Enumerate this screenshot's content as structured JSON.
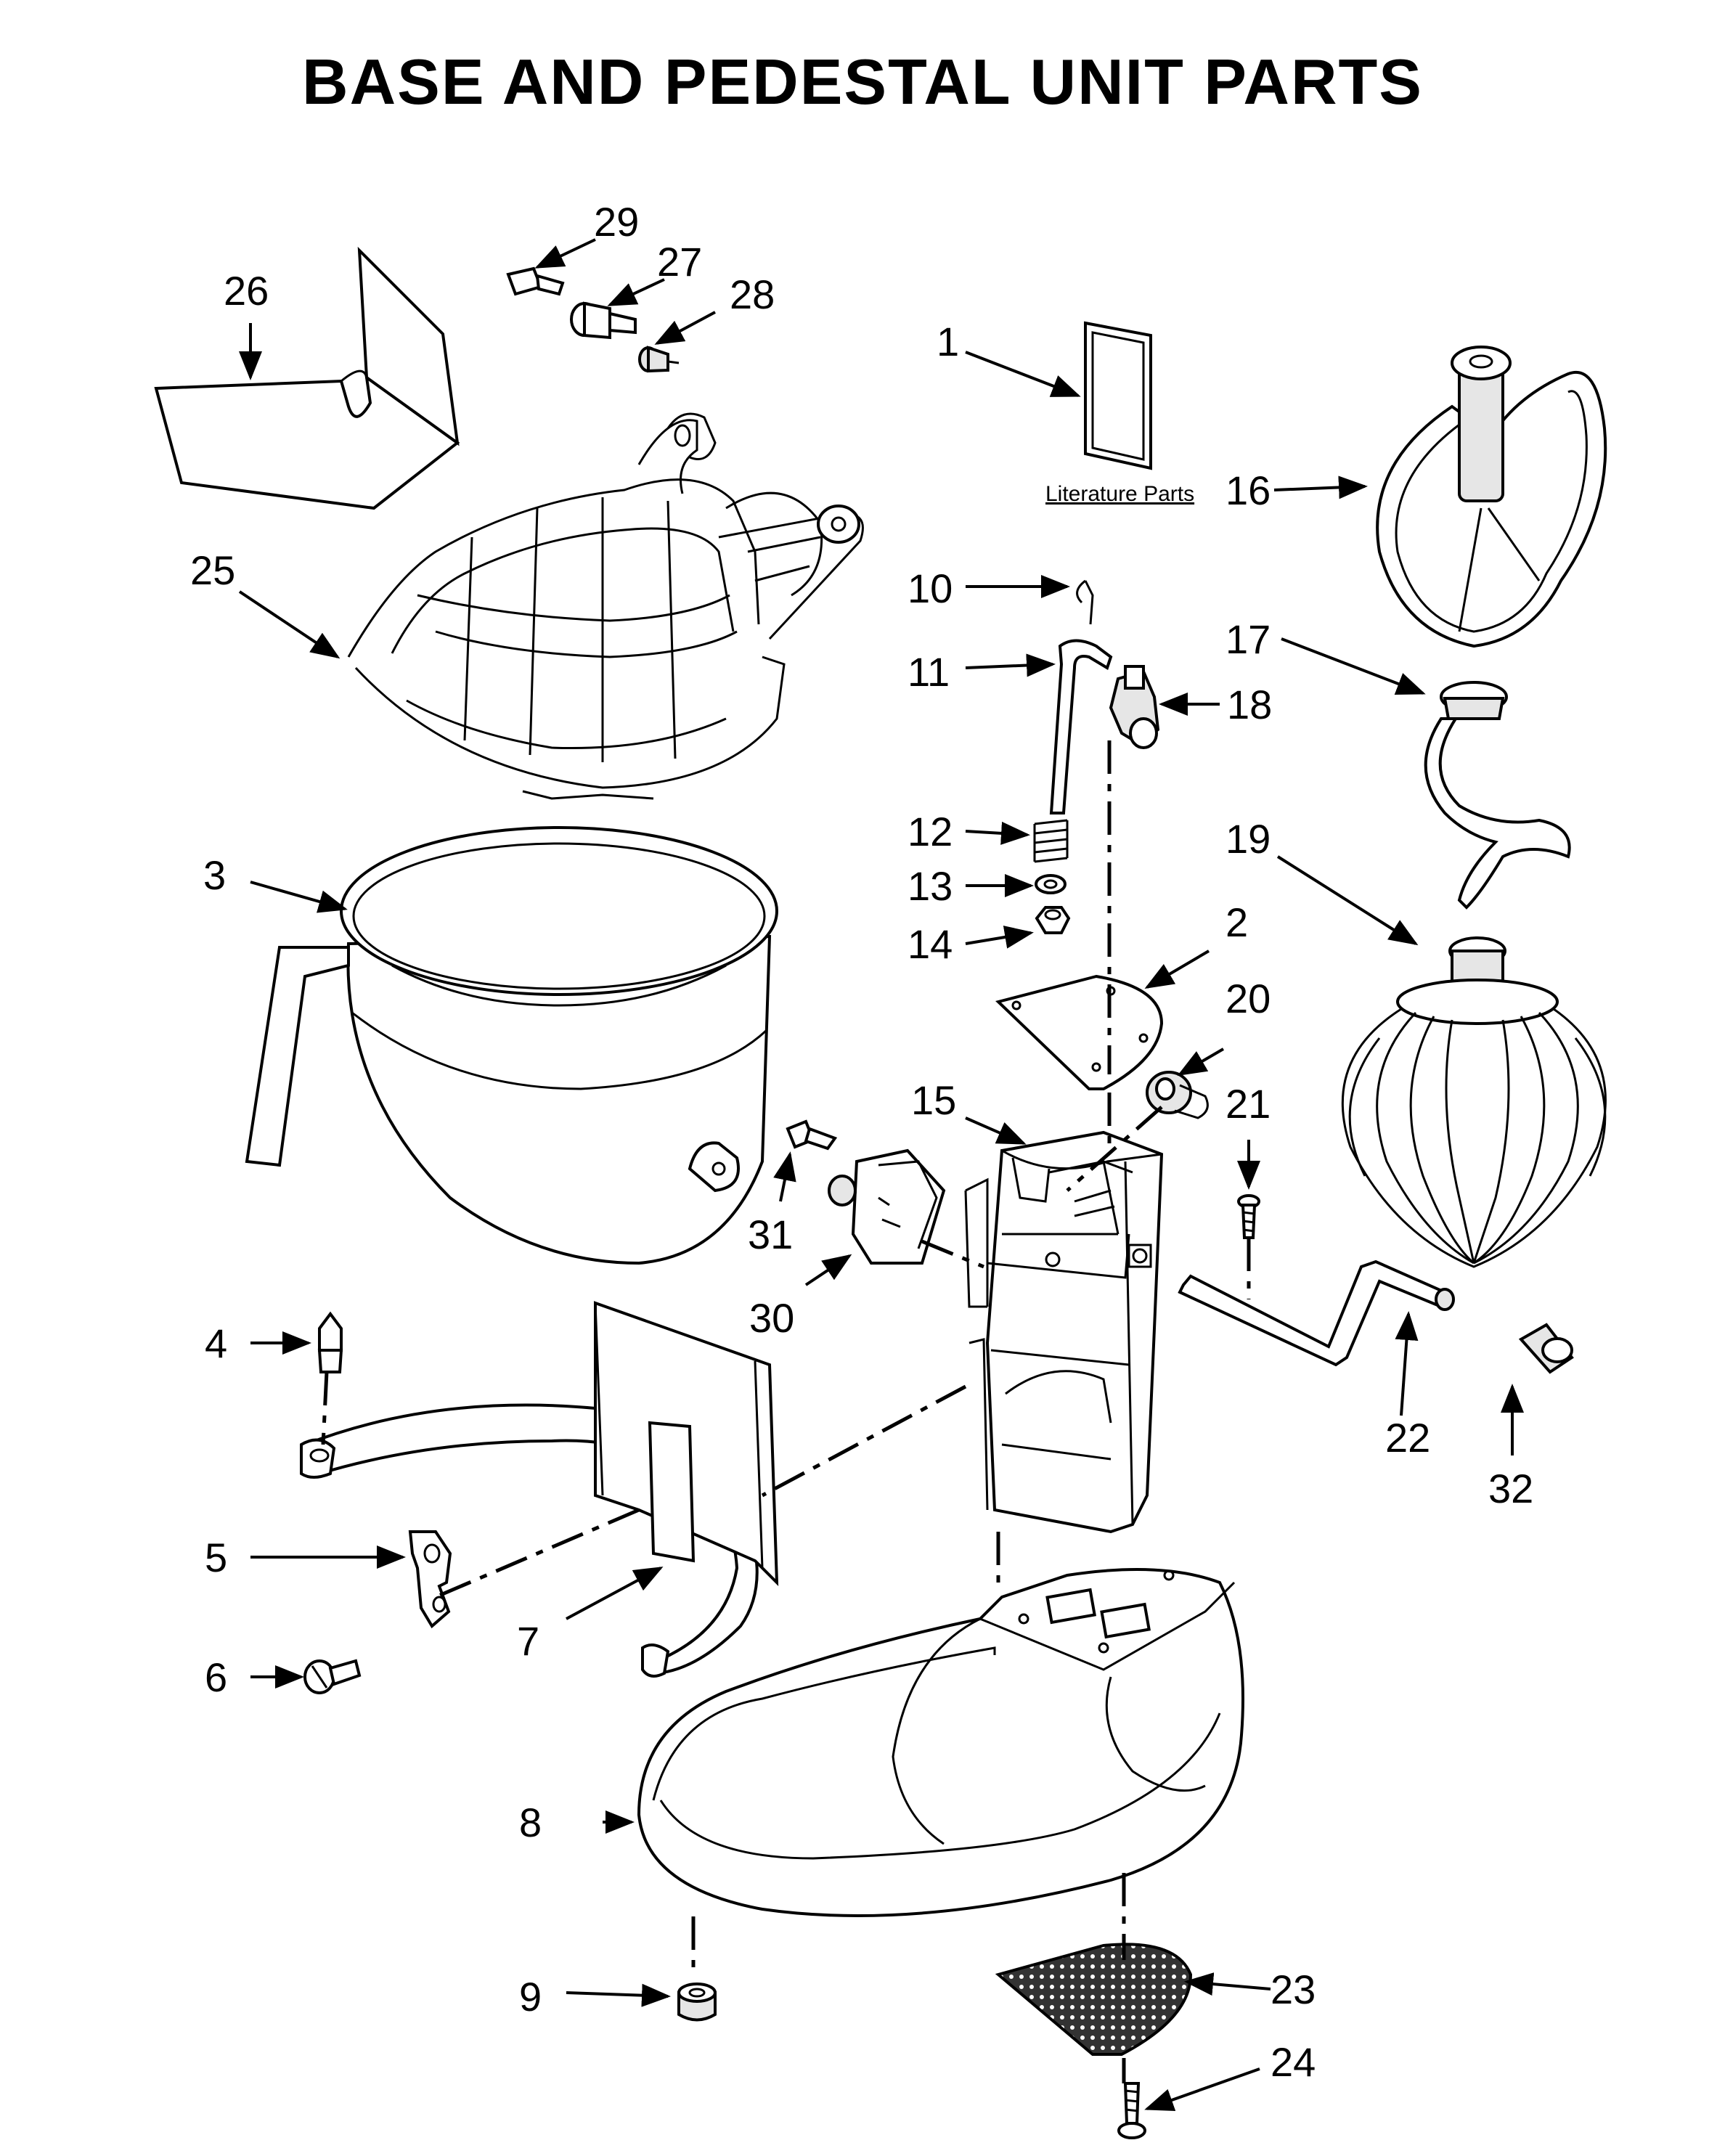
{
  "title": "BASE AND PEDESTAL UNIT PARTS",
  "literature_label": "Literature Parts",
  "callouts": [
    {
      "id": "1",
      "label": "1"
    },
    {
      "id": "2",
      "label": "2"
    },
    {
      "id": "3",
      "label": "3"
    },
    {
      "id": "4",
      "label": "4"
    },
    {
      "id": "5",
      "label": "5"
    },
    {
      "id": "6",
      "label": "6"
    },
    {
      "id": "7",
      "label": "7"
    },
    {
      "id": "8",
      "label": "8"
    },
    {
      "id": "9",
      "label": "9"
    },
    {
      "id": "10",
      "label": "10"
    },
    {
      "id": "11",
      "label": "11"
    },
    {
      "id": "12",
      "label": "12"
    },
    {
      "id": "13",
      "label": "13"
    },
    {
      "id": "14",
      "label": "14"
    },
    {
      "id": "15",
      "label": "15"
    },
    {
      "id": "16",
      "label": "16"
    },
    {
      "id": "17",
      "label": "17"
    },
    {
      "id": "18",
      "label": "18"
    },
    {
      "id": "19",
      "label": "19"
    },
    {
      "id": "20",
      "label": "20"
    },
    {
      "id": "21",
      "label": "21"
    },
    {
      "id": "22",
      "label": "22"
    },
    {
      "id": "23",
      "label": "23"
    },
    {
      "id": "24",
      "label": "24"
    },
    {
      "id": "25",
      "label": "25"
    },
    {
      "id": "26",
      "label": "26"
    },
    {
      "id": "27",
      "label": "27"
    },
    {
      "id": "28",
      "label": "28"
    },
    {
      "id": "29",
      "label": "29"
    },
    {
      "id": "30",
      "label": "30"
    },
    {
      "id": "31",
      "label": "31"
    },
    {
      "id": "32",
      "label": "32"
    }
  ]
}
